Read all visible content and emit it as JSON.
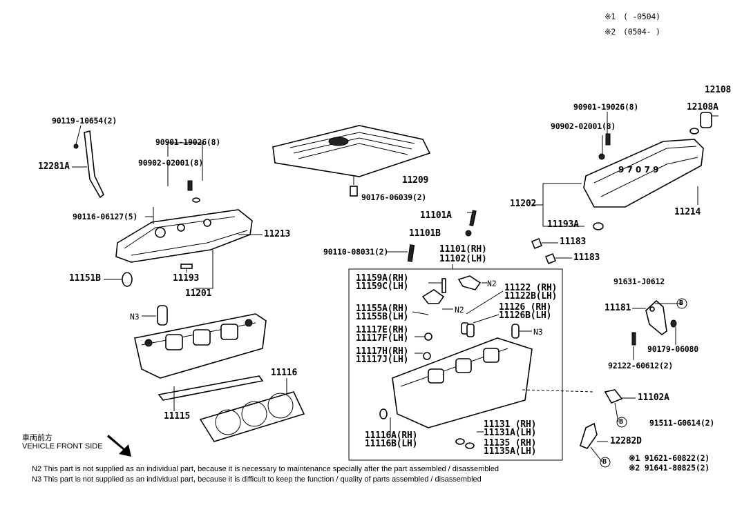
{
  "legend": {
    "v1_mark": "※1",
    "v1_range": "(          -0504)",
    "v2_mark": "※2",
    "v2_range": "(0504-           )"
  },
  "labels": {
    "p90119": "90119-10654(2)",
    "p12281A": "12281A",
    "p90901a": "90901-19026(8)",
    "p90902a": "90902-02001(8)",
    "p90116": "90116-06127(5)",
    "p11213": "11213",
    "p11151B": "11151B",
    "p11193": "11193",
    "p11201": "11201",
    "pN3a": "N3",
    "p11116": "11116",
    "p11115": "11115",
    "p11209": "11209",
    "p90176": "90176-06039(2)",
    "p11101A": "11101A",
    "p11101B": "11101B",
    "p90110": "90110-08031(2)",
    "p11101RH": "11101(RH)",
    "p11102LH": "11102(LH)",
    "p11159A": "11159A(RH)",
    "p11159C": "11159C(LH)",
    "pN2a": "N2",
    "pN2b": "N2",
    "p11155A": "11155A(RH)",
    "p11155B": "11155B(LH)",
    "p11122": "11122 (RH)",
    "p11122B": "11122B(LH)",
    "p11126": "11126 (RH)",
    "p11126B": "11126B(LH)",
    "pN3b": "N3",
    "p11117E": "11117E(RH)",
    "p11117F": "11117F(LH)",
    "p11117H": "11117H(RH)",
    "p11117J": "11117J(LH)",
    "p11116A": "11116A(RH)",
    "p11116B": "11116B(LH)",
    "p11131": "11131 (RH)",
    "p11131A": "11131A(LH)",
    "p11135": "11135 (RH)",
    "p11135A": "11135A(LH)",
    "p90901b": "90901-19026(8)",
    "p90902b": "90902-02001(8)",
    "p12108": "12108",
    "p12108A": "12108A",
    "p11202": "11202",
    "p11214": "11214",
    "p11193A": "11193A",
    "p11183a": "11183",
    "p11183b": "11183",
    "p91631": "91631-J0612",
    "p11181": "11181",
    "p90179": "90179-06080",
    "p92122": "92122-60612(2)",
    "p11102A": "11102A",
    "p91511": "91511-G0614(2)",
    "p12282D": "12282D",
    "p91621": "※1 91621-60822(2)",
    "p91641": "※2 91641-80825(2)",
    "circleB": "B"
  },
  "direction": {
    "jp": "車両前方",
    "en": "VEHICLE FRONT SIDE"
  },
  "notes": {
    "n2": "N2  This part is not supplied as an individual part, because it is necessary to maintenance specially after the part assembled / disassembled",
    "n3": "N3  This part is not supplied as an individual part, because it is difficult to keep the function / quality of parts  assembled / disassembled"
  }
}
